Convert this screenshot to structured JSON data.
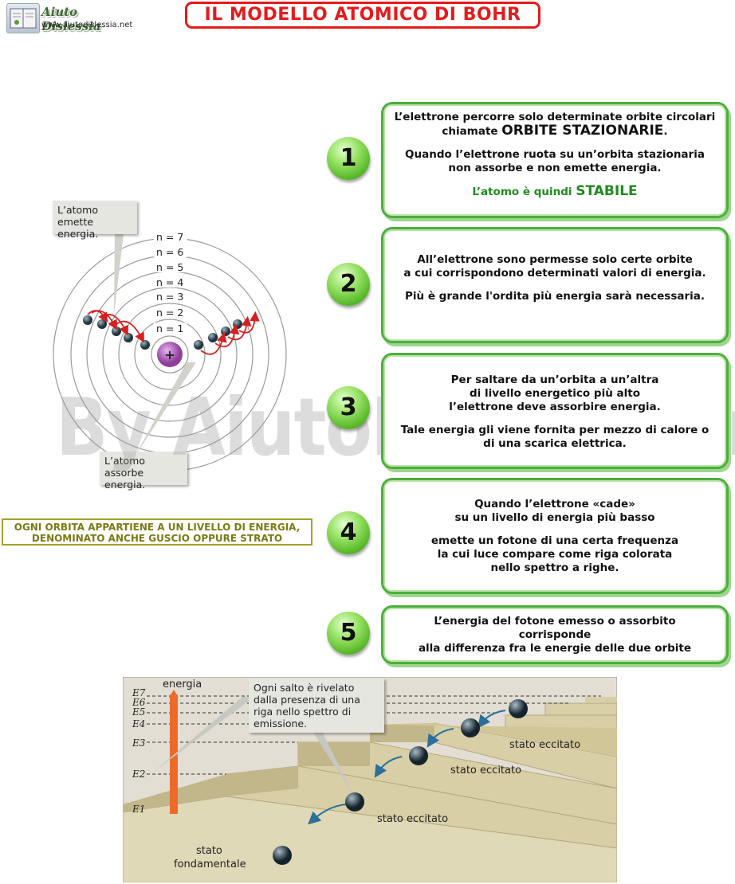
{
  "header": {
    "logo_title": "Aiuto Dislessia",
    "logo_url": "www.aiutodislessia.net",
    "title": "IL MODELLO ATOMICO DI BOHR"
  },
  "watermark": "By AiutoDislessia.net",
  "atom": {
    "labels": [
      "n = 7",
      "n = 6",
      "n = 5",
      "n = 4",
      "n = 3",
      "n = 2",
      "n = 1"
    ],
    "nucleus_symbol": "+",
    "emit_callout": "L’atomo emette energia.",
    "absorb_callout": "L’atomo assorbe energia.",
    "colors": {
      "nucleus": "#8e3f9a",
      "electron": "#2f4a56",
      "arrow": "#d62020"
    }
  },
  "note": {
    "line1": "OGNI  ORBITA APPARTIENE A UN LIVELLO DI ENERGIA,",
    "line2": "DENOMINATO ANCHE GUSCIO OPPURE STRATO"
  },
  "steps": [
    {
      "number": "1",
      "l1": "L’elettrone percorre solo determinate orbite circolari",
      "l2a": "chiamate ",
      "l2b": "ORBITE STAZIONARIE",
      "l2c": ".",
      "l3": "Quando l’elettrone ruota su un’orbita stazionaria",
      "l4": "non  assorbe  e  non  emette  energia.",
      "l5a": "L’atomo  è  quindi ",
      "l5b": "STABILE"
    },
    {
      "number": "2",
      "l1": "All’elettrone sono permesse solo certe orbite",
      "l2": "a cui corrispondono determinati valori di energia.",
      "l3": "Più è grande l'ordita più energia sarà necessaria."
    },
    {
      "number": "3",
      "l1": "Per saltare da un’orbita a un’altra",
      "l2": "di livello energetico  più alto",
      "l3": "l’elettrone deve assorbire energia.",
      "l4": "Tale energia gli viene fornita per mezzo di calore o",
      "l5": "di una scarica elettrica."
    },
    {
      "number": "4",
      "l1": "Quando  l’elettrone  «cade»",
      "l2": "su  un  livello di  energia  più basso",
      "l3": "emette un fotone di una certa frequenza",
      "l4": "la cui luce compare come riga colorata",
      "l5": "nello spettro a righe."
    },
    {
      "number": "5",
      "l1": "L’energia del fotone emesso o assorbito",
      "l2": "corrisponde",
      "l3": "alla differenza fra le energie delle due orbite"
    }
  ],
  "stairs": {
    "energy_label": "energia",
    "levels": [
      "E7",
      "E6",
      "E5",
      "E4",
      "E3",
      "E2",
      "E1"
    ],
    "callout": "Ogni salto è rivelato dalla presenza di una riga nello spettro di emissione.",
    "excited": [
      "stato eccitato",
      "stato eccitato",
      "stato eccitato"
    ],
    "ground_1": "stato",
    "ground_2": "fondamentale",
    "colors": {
      "bar": "#ee6a2a",
      "step": "#d8cfa7",
      "riser": "#c2b78a",
      "wall": "#e2ded3"
    }
  }
}
